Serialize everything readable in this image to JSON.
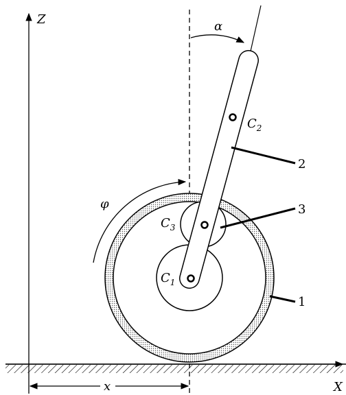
{
  "axes": {
    "z_label": "Z",
    "x_label": "X"
  },
  "angles": {
    "alpha": "α",
    "phi": "φ"
  },
  "points": {
    "c1": {
      "base": "C",
      "sub": "1"
    },
    "c2": {
      "base": "C",
      "sub": "2"
    },
    "c3": {
      "base": "C",
      "sub": "3"
    }
  },
  "parts": {
    "wheel": "1",
    "rod": "2",
    "roller": "3"
  },
  "dimension": {
    "x": "x"
  }
}
